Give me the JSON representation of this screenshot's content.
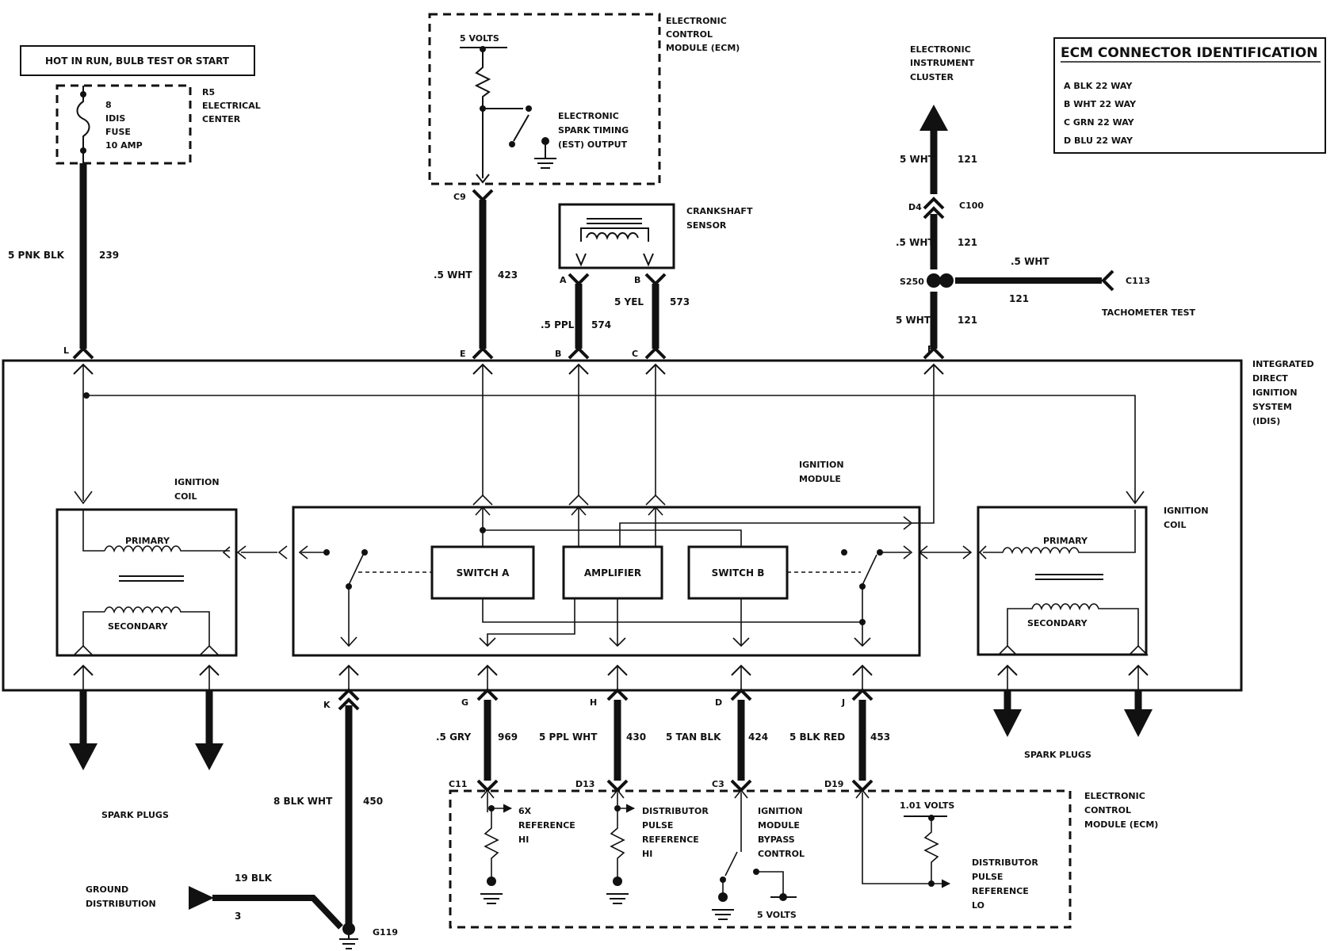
{
  "power": {
    "hot_label": "HOT IN RUN, BULB TEST OR START",
    "fuse_lines": [
      "8",
      "IDIS",
      "FUSE",
      "10 AMP"
    ],
    "center_lines": [
      "R5",
      "ELECTRICAL",
      "CENTER"
    ]
  },
  "ecm_top": {
    "title_lines": [
      "ELECTRONIC",
      "CONTROL",
      "MODULE (ECM)"
    ],
    "volts": "5 VOLTS",
    "est_lines": [
      "ELECTRONIC",
      "SPARK TIMING",
      "(EST) OUTPUT"
    ]
  },
  "crank": {
    "lines": [
      "CRANKSHAFT",
      "SENSOR"
    ],
    "pin_a": "A",
    "pin_b": "B"
  },
  "cluster": {
    "lines": [
      "ELECTRONIC",
      "INSTRUMENT",
      "CLUSTER"
    ]
  },
  "connector_id": {
    "title": "ECM CONNECTOR IDENTIFICATION",
    "rows": [
      "A  BLK  22 WAY",
      "B  WHT  22 WAY",
      "C  GRN  22 WAY",
      "D  BLU  22 WAY"
    ]
  },
  "wires_top": {
    "w239": {
      "gauge": "5 PNK BLK",
      "circuit": "239",
      "pin": "L"
    },
    "w423": {
      "gauge": ".5 WHT",
      "circuit": "423",
      "pin": "E",
      "ecm_pin": "C9"
    },
    "w574": {
      "gauge": ".5 PPL",
      "circuit": "574",
      "pin": "B"
    },
    "w573": {
      "gauge": "5 YEL",
      "circuit": "573",
      "pin": "C"
    },
    "w121": {
      "upper_gauge": "5 WHT",
      "upper_circuit": "121",
      "conn_pin": "D4",
      "conn": "C100",
      "mid_gauge": ".5 WHT",
      "mid_circuit": "121",
      "splice": "S250",
      "lower_gauge": "5 WHT",
      "lower_circuit": "121",
      "pin": "F",
      "branch_gauge": ".5 WHT",
      "branch_circuit": "121",
      "branch_conn": "C113",
      "tach": "TACHOMETER TEST"
    }
  },
  "idis": {
    "lines": [
      "INTEGRATED",
      "DIRECT",
      "IGNITION",
      "SYSTEM",
      "(IDIS)"
    ],
    "module_lines": [
      "IGNITION",
      "MODULE"
    ],
    "coil_lines": [
      "IGNITION",
      "COIL"
    ],
    "primary": "PRIMARY",
    "secondary": "SECONDARY",
    "switch_a": "SWITCH A",
    "amplifier": "AMPLIFIER",
    "switch_b": "SWITCH B"
  },
  "wires_bottom": {
    "w450": {
      "pin": "K",
      "gauge": "8 BLK WHT",
      "circuit": "450"
    },
    "w969": {
      "pin": "G",
      "gauge": ".5 GRY",
      "circuit": "969",
      "ecm_pin": "C11"
    },
    "w430": {
      "pin": "H",
      "gauge": "5 PPL WHT",
      "circuit": "430",
      "ecm_pin": "D13"
    },
    "w424": {
      "pin": "D",
      "gauge": "5 TAN BLK",
      "circuit": "424",
      "ecm_pin": "C3"
    },
    "w453": {
      "pin": "J",
      "gauge": "5 BLK RED",
      "circuit": "453",
      "ecm_pin": "D19"
    }
  },
  "spark_plugs": "SPARK PLUGS",
  "ground": {
    "lines": [
      "GROUND",
      "DISTRIBUTION"
    ],
    "gauge": "19 BLK",
    "circuit": "3",
    "point": "G119"
  },
  "ecm_bottom": {
    "title_lines": [
      "ELECTRONIC",
      "CONTROL",
      "MODULE (ECM)"
    ],
    "ref_hi": [
      "6X",
      "REFERENCE",
      "HI"
    ],
    "dist_hi": [
      "DISTRIBUTOR",
      "PULSE",
      "REFERENCE",
      "HI"
    ],
    "bypass": [
      "IGNITION",
      "MODULE",
      "BYPASS",
      "CONTROL"
    ],
    "bypass_volts": "5 VOLTS",
    "lo_volts": "1.01 VOLTS",
    "dist_lo": [
      "DISTRIBUTOR",
      "PULSE",
      "REFERENCE",
      "LO"
    ]
  }
}
